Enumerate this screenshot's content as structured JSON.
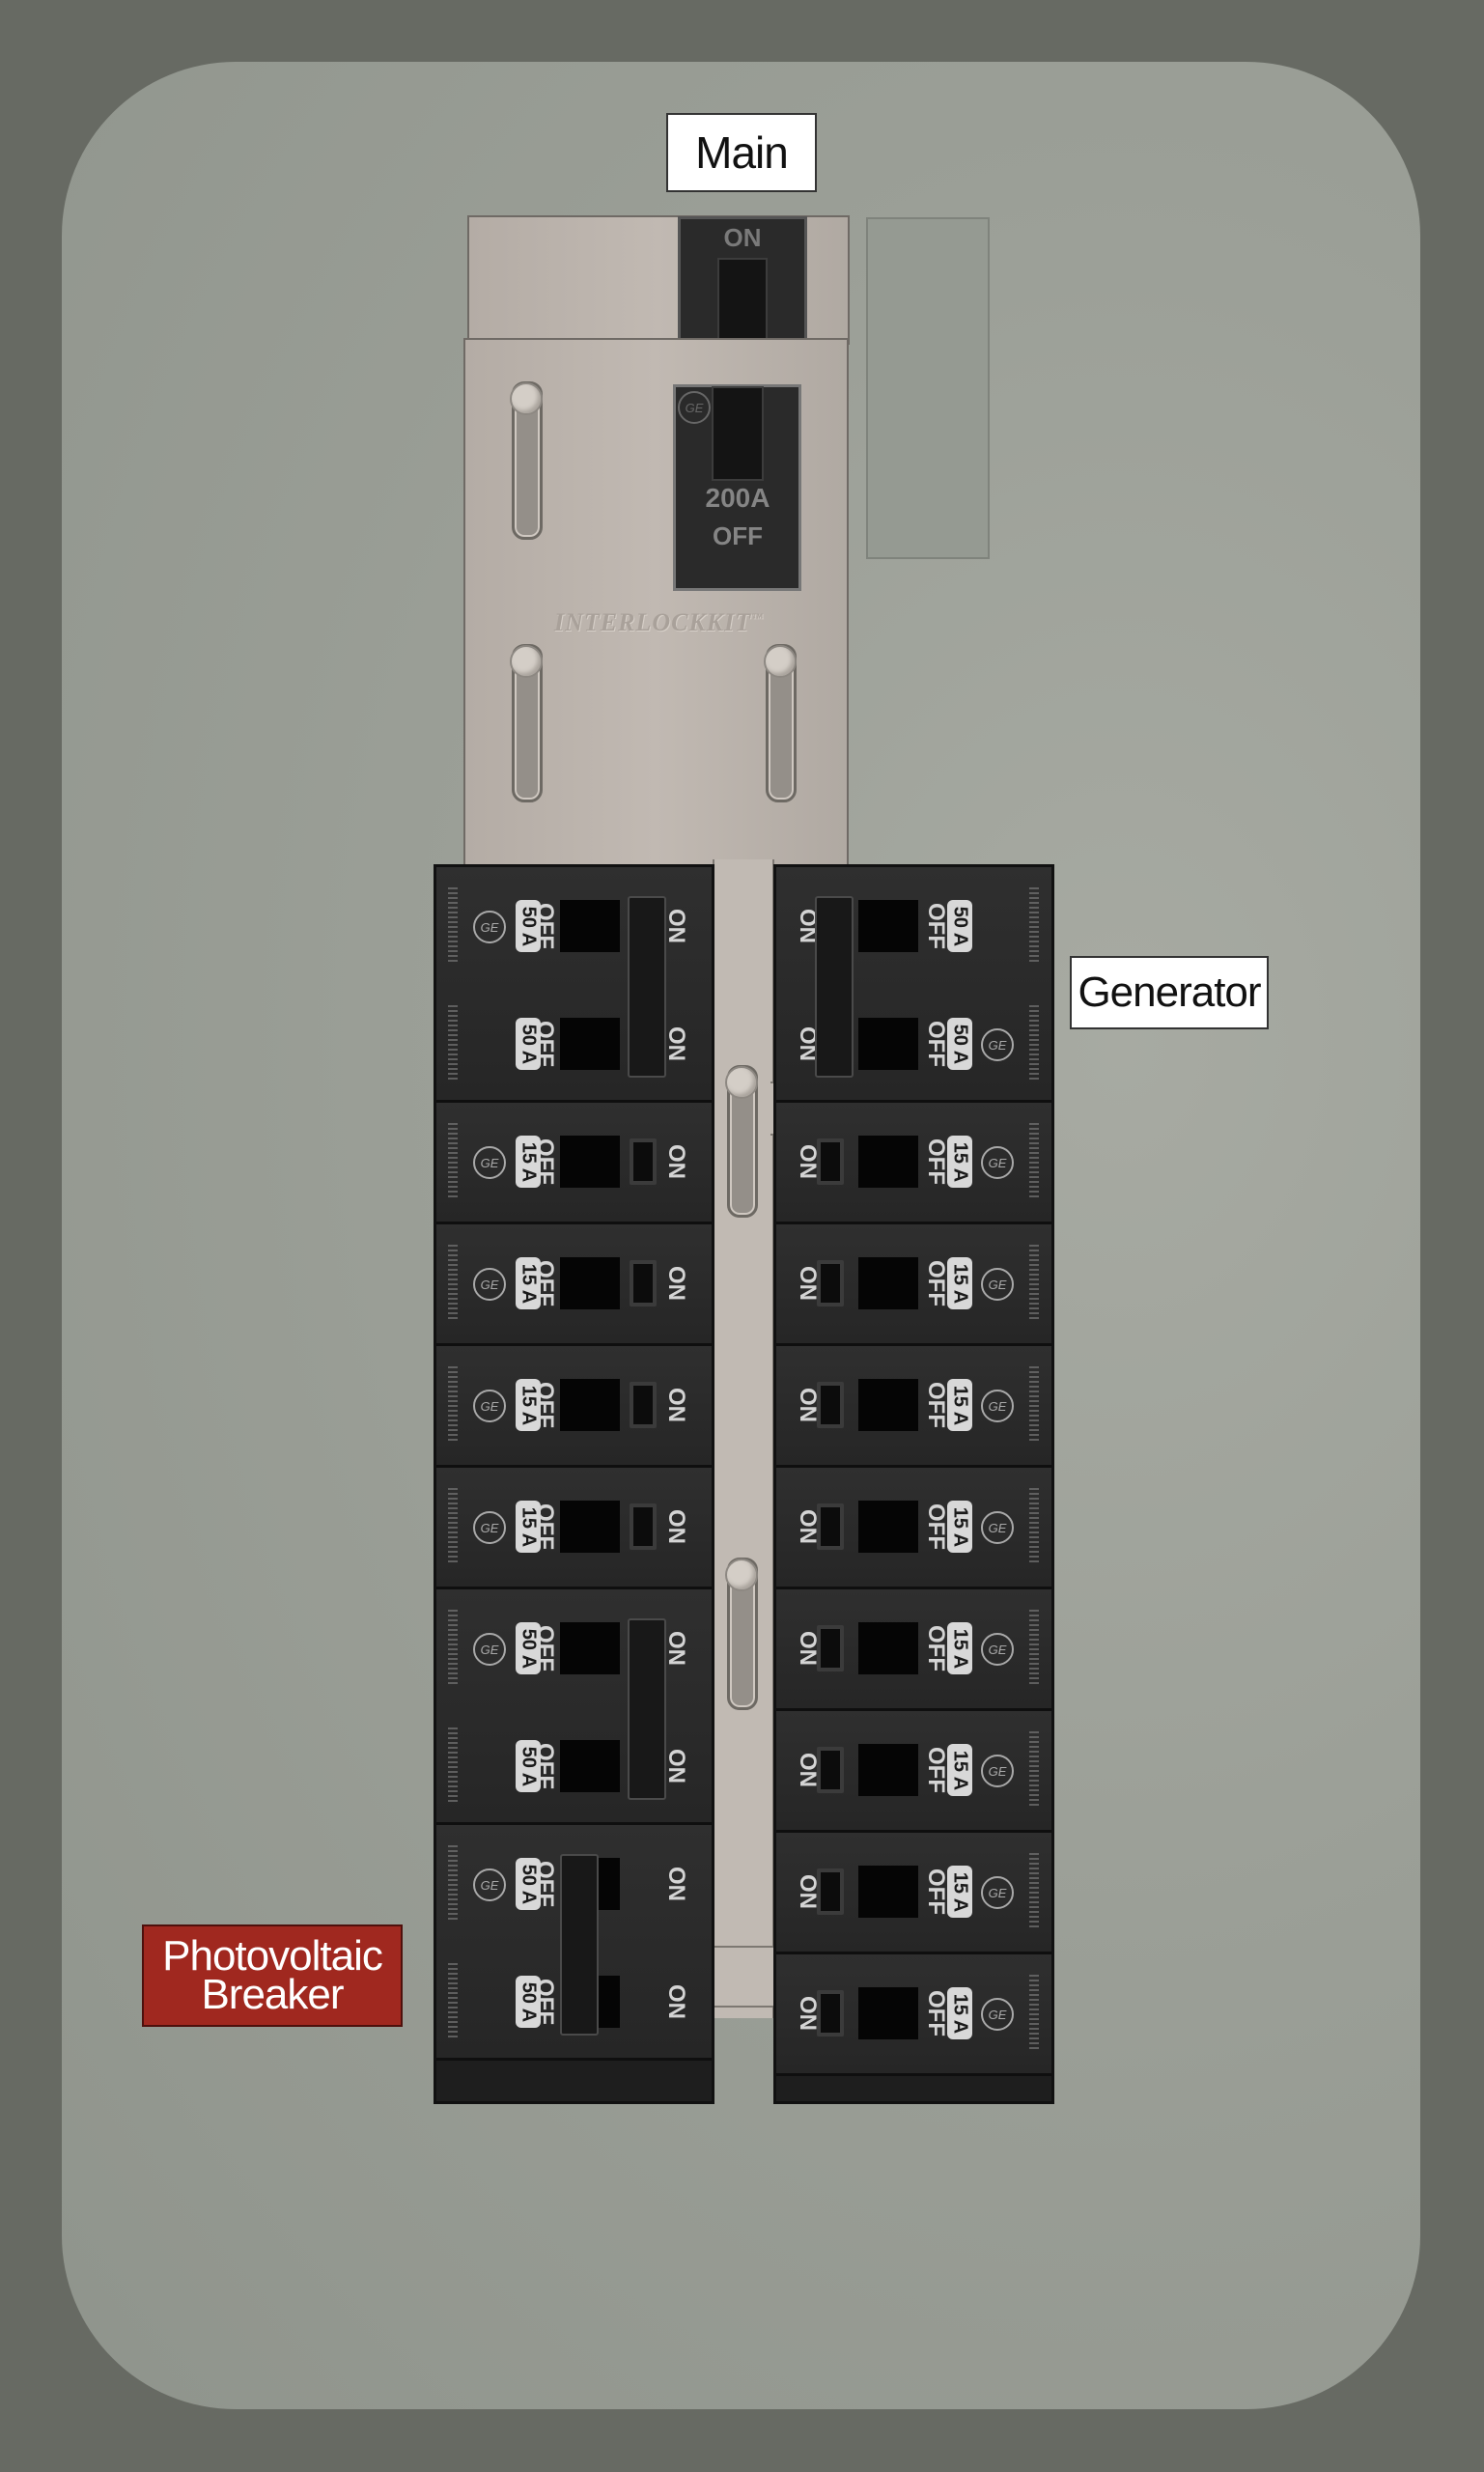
{
  "labels": {
    "main": "Main",
    "generator": "Generator",
    "photovoltaic": [
      "Photovoltaic",
      "Breaker"
    ]
  },
  "main_breaker": {
    "on_text": "ON",
    "rating": "200A",
    "off_text": "OFF",
    "brand_icon": "ge-logo-icon"
  },
  "interlock_plate": {
    "brand": "INTERLOCKKIT",
    "trademark": "™"
  },
  "breaker_text": {
    "on": "ON",
    "off": "OFF",
    "amp_unit": "A"
  },
  "left_column": [
    {
      "id": "L1",
      "amps": "50",
      "poles": 2,
      "tie": true
    },
    {
      "id": "L2",
      "amps": "15",
      "poles": 1
    },
    {
      "id": "L3",
      "amps": "15",
      "poles": 1
    },
    {
      "id": "L4",
      "amps": "15",
      "poles": 1
    },
    {
      "id": "L5",
      "amps": "15",
      "poles": 1
    },
    {
      "id": "L6",
      "amps": "50",
      "poles": 2,
      "tie": true
    },
    {
      "id": "L7",
      "amps": "50",
      "poles": 2,
      "tie": true,
      "photovoltaic": true
    }
  ],
  "right_column": [
    {
      "id": "R1",
      "amps": "50",
      "poles": 2,
      "tie": true,
      "generator": true
    },
    {
      "id": "R2",
      "amps": "15",
      "poles": 1
    },
    {
      "id": "R3",
      "amps": "15",
      "poles": 1
    },
    {
      "id": "R4",
      "amps": "15",
      "poles": 1
    },
    {
      "id": "R5",
      "amps": "15",
      "poles": 1
    },
    {
      "id": "R6",
      "amps": "15",
      "poles": 1
    },
    {
      "id": "R7",
      "amps": "15",
      "poles": 1
    },
    {
      "id": "R8",
      "amps": "15",
      "poles": 1
    },
    {
      "id": "R9",
      "amps": "15",
      "poles": 1
    }
  ],
  "colors": {
    "background": "#676a63",
    "panel": "#9b9f97",
    "pv_label": "#a0281f"
  }
}
